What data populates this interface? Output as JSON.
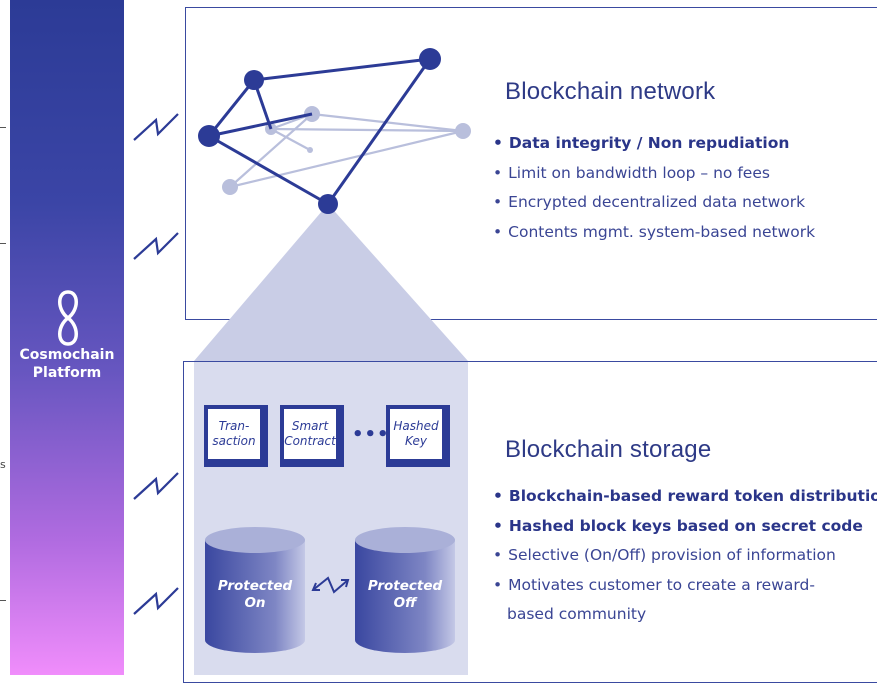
{
  "platform": {
    "logo_icon": "infinity-loop-icon",
    "name": "Cosmochain Platform"
  },
  "edge_text": "s",
  "network": {
    "title": "Blockchain network",
    "bullets": [
      {
        "text": "Data integrity / Non repudiation",
        "bold": true
      },
      {
        "text": "Limit on bandwidth loop – no fees",
        "bold": false
      },
      {
        "text": "Encrypted decentralized data network",
        "bold": false
      },
      {
        "text": "Contents mgmt. system-based network",
        "bold": false
      }
    ]
  },
  "storage": {
    "title": "Blockchain storage",
    "bullets": [
      {
        "text": "Blockchain-based reward token distribution",
        "bold": true
      },
      {
        "text": "Hashed block keys based on secret code",
        "bold": true
      },
      {
        "text": "Selective (On/Off) provision of information",
        "bold": false
      },
      {
        "text": "Motivates customer to create a reward-",
        "bold": false
      },
      {
        "text": "based community",
        "bold": false
      }
    ],
    "blocks": [
      {
        "line1": "Tran-",
        "line2": "saction"
      },
      {
        "line1": "Smart",
        "line2": "Contract"
      },
      {
        "line1": "Hashed",
        "line2": "Key"
      }
    ],
    "ellipsis": "•••",
    "cylinders": [
      {
        "line1": "Protected",
        "line2": "On"
      },
      {
        "line1": "Protected",
        "line2": "Off"
      }
    ]
  },
  "colors": {
    "primary": "#2c3b96",
    "light_node": "#b9bfdc",
    "beam": "#c9cde6",
    "sidebar_bottom": "#f08dfb"
  },
  "icons": [
    "lightning-arrow-icon",
    "double-arrow-icon",
    "infinity-loop-icon"
  ]
}
